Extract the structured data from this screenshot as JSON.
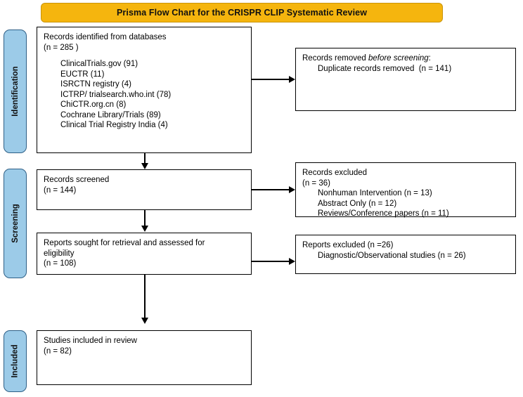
{
  "title": {
    "text": "Prisma Flow Chart for the CRISPR CLIP Systematic Review",
    "background_color": "#F5B50E",
    "text_color": "#111111"
  },
  "theme": {
    "stage_fill": "#9CCBE8",
    "stage_border": "#2E5F86",
    "box_border": "#000000",
    "box_fill": "#FFFFFF",
    "connector_color": "#000000",
    "page_background": "#FFFFFF"
  },
  "stages": [
    {
      "id": "identification",
      "label": "Identification"
    },
    {
      "id": "screening",
      "label": "Screening"
    },
    {
      "id": "included",
      "label": "Included"
    }
  ],
  "boxes": {
    "identified": {
      "heading": "Records identified from databases",
      "count": "(n = 285 )",
      "sources": [
        "ClinicalTrials.gov (91)",
        "EUCTR (11)",
        "ISRCTN registry (4)",
        "ICTRP/ trialsearch.who.int (78)",
        "ChiCTR.org.cn (8)",
        "Cochrane Library/Trials (89)",
        "Clinical Trial Registry India (4)"
      ]
    },
    "removed": {
      "heading_prefix": "Records removed ",
      "heading_italic": "before screening",
      "heading_suffix": ":",
      "detail": "Duplicate records removed  (n = 141)"
    },
    "screened": {
      "heading": "Records screened",
      "count": "(n = 144)"
    },
    "excluded": {
      "heading": "Records excluded",
      "count": "(n = 36)",
      "reasons": [
        "Nonhuman Intervention (n = 13)",
        "Abstract Only (n = 12)",
        "Reviews/Conference papers (n = 11)"
      ]
    },
    "eligibility": {
      "heading_line1": "Reports sought for retrieval and assessed for",
      "heading_line2": "eligibility",
      "count": "(n = 108)"
    },
    "reports_excluded": {
      "heading": "Reports excluded (n =26)",
      "reasons": [
        "Diagnostic/Observational studies (n = 26)"
      ]
    },
    "included": {
      "heading": "Studies included in review",
      "count": "(n = 82)"
    }
  }
}
